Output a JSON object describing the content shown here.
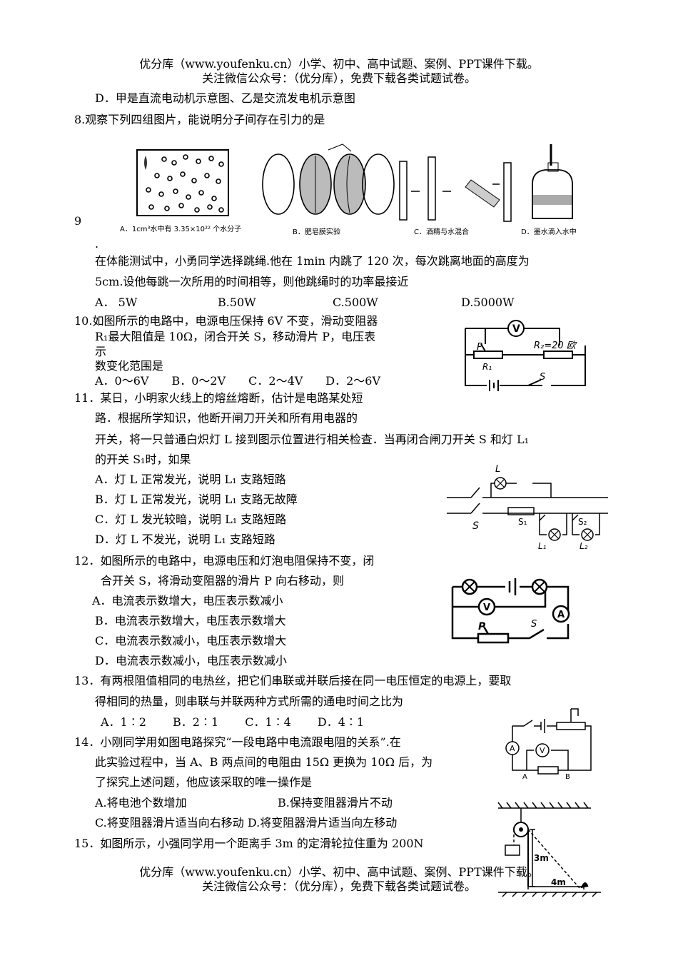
{
  "header": {
    "line1": "优分库（www.youfenku.cn）小学、初中、高中试题、案例、PPT课件下载。",
    "line2": "关注微信公众号：（优分库），免费下载各类试题试卷。"
  },
  "footer": {
    "line1": "优分库（www.youfenku.cn）小学、初中、高中试题、案例、PPT课件下载。",
    "line2": "关注微信公众号：（优分库），免费下载各类试题试卷。"
  },
  "q7": {
    "option_d": "D．甲是直流电动机示意图、乙是交流发电机示意图"
  },
  "q8": {
    "stem": "8.观察下列四组图片，能说明分子间存在引力的是",
    "figure_labels": {
      "a": "A．1cm³水中有 3.35×10²² 个水分子",
      "b": "B．肥皂膜实验",
      "c": "C．酒精与水混合",
      "d": "D．墨水滴入水中"
    }
  },
  "q9": {
    "number": "9",
    "dot": ".",
    "stem_line1": "在体能测试中，小勇同学选择跳绳.他在 1min 内跳了 120 次，每次跳离地面的高度为",
    "stem_line2": "5cm.设他每跳一次所用的时间相等，则他跳绳时的功率最接近",
    "options": [
      "A． 5W",
      "B.50W",
      "C.500W",
      "D.5000W"
    ]
  },
  "q10": {
    "line1": "10.如图所示的电路中，电源电压保持 6V 不变，滑动变阻器",
    "line2": "R₁最大阻值是 10Ω，闭合开关 S，移动滑片 P，电压表",
    "line3": "示",
    "line4": "数变化范围是",
    "options": "A．0～6V　　B．0～2V　　C．2～4V　　D．2～6V",
    "fig": {
      "v": "V",
      "p": "P",
      "r1": "R₁",
      "r2": "R₂=20 欧",
      "s": "S"
    }
  },
  "q11": {
    "line1": "11．某日，小明家火线上的熔丝熔断，估计是电路某处短",
    "line2": "路．根据所学知识，他断开闸刀开关和所有用电器的",
    "line3": "开关，将一只普通白炽灯 L 接到图示位置进行相关检查．当再闭合闸刀开关 S 和灯 L₁",
    "line4": "的开关 S₁时，如果",
    "options": [
      "A．灯 L 正常发光，说明 L₁ 支路短路",
      "B．灯 L 正常发光，说明 L₁ 支路无故障",
      "C．灯 L 发光较暗，说明 L₁ 支路短路",
      "D．灯 L 不发光，说明 L₁ 支路短路"
    ],
    "fig": {
      "l": "L",
      "s": "S",
      "s1": "S₁",
      "s2": "S₂",
      "l1": "L₁",
      "l2": "L₂"
    }
  },
  "q12": {
    "line1": "12．如图所示的电路中，电源电压和灯泡电阻保持不变，闭",
    "line2": "合开关 S，将滑动变阻器的滑片 P 向右移动，则",
    "options": [
      "A．电流表示数增大，电压表示数减小",
      "B．电流表示数增大，电压表示数增大",
      "C．电流表示数减小，电压表示数增大",
      "D．电流表示数减小，电压表示数减小"
    ],
    "fig": {
      "v": "V",
      "a": "A",
      "p": "P",
      "s": "S"
    }
  },
  "q13": {
    "line1": "13．有两根阻值相同的电热丝，把它们串联或并联后接在同一电压恒定的电源上，要取",
    "line2": "得相同的热量，则串联与并联两种方式所需的通电时间之比为",
    "options": "A．1∶2　　 B．2∶1　　 C．1∶4　　 D．4∶1"
  },
  "q14": {
    "line1": "14．小刚同学用如图电路探究“一段电路中电流跟电阻的关系”.在",
    "line2": "此实验过程中，当 A、B 两点间的电阻由 15Ω 更换为 10Ω 后，为",
    "line3": "了探究上述问题，他应该采取的唯一操作是",
    "option_a": "A.将电池个数增加",
    "option_b": "B.保持变阻器滑片不动",
    "options_cd": "C.将变阻器滑片适当向右移动 D.将变阻器滑片适当向左移动",
    "fig": {
      "a": "A",
      "v": "V",
      "pa": "A",
      "pb": "B"
    }
  },
  "q15": {
    "line1": "15．如图所示，小强同学用一个距离手 3m 的定滑轮拉住重为 200N",
    "fig": {
      "h": "3m",
      "w": "4m"
    }
  }
}
